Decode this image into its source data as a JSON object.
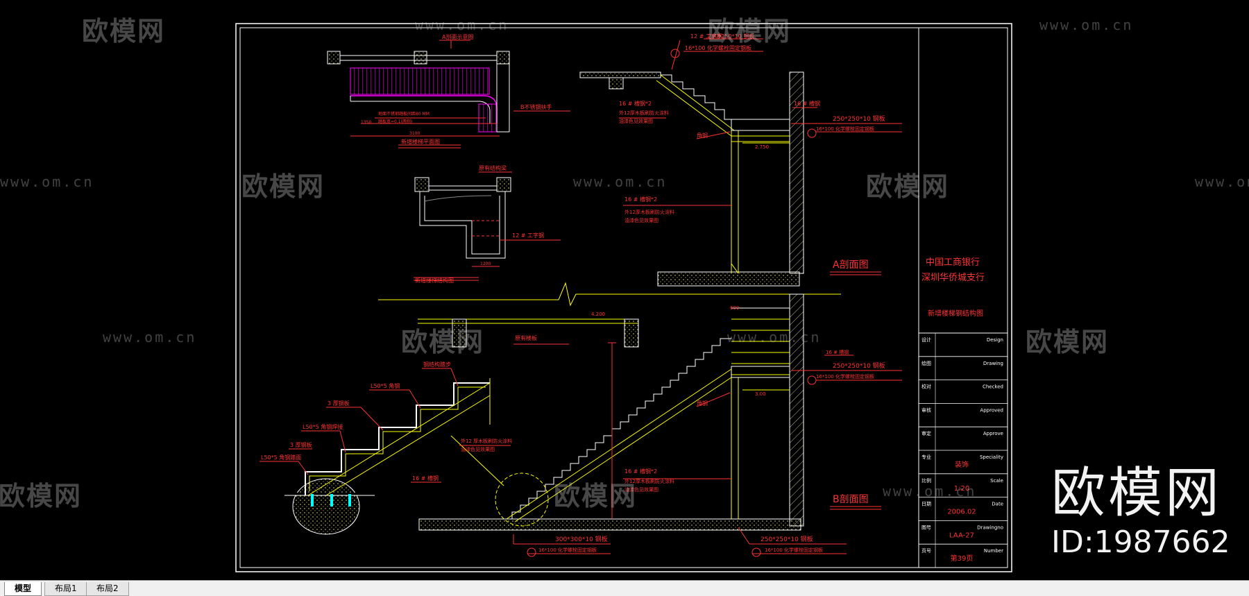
{
  "drawing": {
    "title_block": {
      "project": [
        "中国工商银行",
        "深圳华侨城支行"
      ],
      "drawing_name": "新增楼梯钢结构图",
      "rows": [
        {
          "label": "设计",
          "en": "Design",
          "value": ""
        },
        {
          "label": "绘图",
          "en": "Drawing",
          "value": ""
        },
        {
          "label": "校对",
          "en": "Checked",
          "value": ""
        },
        {
          "label": "审核",
          "en": "Approved",
          "value": ""
        },
        {
          "label": "审定",
          "en": "Approve",
          "value": ""
        },
        {
          "label": "专业",
          "en": "Speciality",
          "value": "装饰"
        },
        {
          "label": "比例",
          "en": "Scale",
          "value": "1:20"
        },
        {
          "label": "日期",
          "en": "Date",
          "value": "2006.02"
        },
        {
          "label": "图号",
          "en": "Drawingno",
          "value": "LAA-27"
        },
        {
          "label": "页号",
          "en": "Number",
          "value": "第39页"
        }
      ]
    },
    "section_a_title": "A剖面图",
    "section_b_title": "B剖面图",
    "plan_title": "新增楼梯平面图",
    "detail_title": "新增楼梯结构图",
    "labels": {
      "a_elev": "A剖面示意图",
      "b_handrail": "B不锈钢扶手",
      "plan_note1": "地面不锈钢踏板间距80 MM",
      "plan_note2": "踏板宽=0.1(两侧)",
      "dim_1350": "1350",
      "dim_3100": "3100",
      "detail_top": "原有结构梁",
      "i_beam": "12 # 工字钢",
      "dim_1200": "1200",
      "steel_plate_top": "250*250*10 钢板",
      "channel_top": "12 # 工字钢",
      "anchor_top": "16*100 化学螺栓固定钢板",
      "channel16_a": "16 # 槽钢*2",
      "channel16_a_note1": "外12厚木板刷防火涂料",
      "channel16_a_note2": "油漆色见效果图",
      "bracket": "角钢",
      "channel16_mid": "16 # 槽钢*2",
      "mid_note1": "外12厚木板刷防火涂料",
      "mid_note2": "油漆色见效果图",
      "channel16_right": "16 # 槽钢",
      "plate_right_a": "250*250*10 钢板",
      "anchor_right_a": "16*100 化学螺栓固定钢板",
      "dim_2750": "2.750",
      "dim_elev": "4.200",
      "step_l50_1": "L50*5 角钢",
      "step_wood": "钢结构踏步",
      "step_l50_2": "L50*5 角钢焊接",
      "step_l50_3": "L50*5 角钢踏面",
      "step_plate": "3 厚钢板",
      "stringer_note1": "外12 厚木板刷防火涂料",
      "stringer_note2": "油漆色见效果图",
      "channel16_b": "16 # 槽钢",
      "lintel": "原有楼板",
      "plate_bottom_l": "300*300*10 钢板",
      "anchor_bottom_l": "16*100 化学螺栓固定钢板",
      "plate_bottom_r": "250*250*10 钢板",
      "anchor_bottom_r": "16*100 化学螺栓固定钢板",
      "channel16_b2": "16 # 槽钢*2",
      "b_note1": "外12厚木板刷防火涂料",
      "b_note2": "油漆色见效果图",
      "plate_right_b": "250*250*10 钢板",
      "anchor_right_b": "16*100 化学螺栓固定钢板",
      "channel16_right_b": "16 # 槽钢",
      "dim_b_top": "600",
      "dim_b_elev": "3.00"
    }
  },
  "watermarks": {
    "logo_text": "欧模网",
    "url_text": "www.om.cn"
  },
  "brand": {
    "logo": "欧模网",
    "id": "ID:1987662"
  },
  "tabs": [
    {
      "label": "模型",
      "active": true
    },
    {
      "label": "布局1",
      "active": false
    },
    {
      "label": "布局2",
      "active": false
    }
  ],
  "colors": {
    "frame": "#ffffff",
    "yellow": "#ffff00",
    "red": "#ff0000",
    "magenta": "#ff00ff",
    "cyan": "#00ffff",
    "hatch": "#c8c864"
  }
}
